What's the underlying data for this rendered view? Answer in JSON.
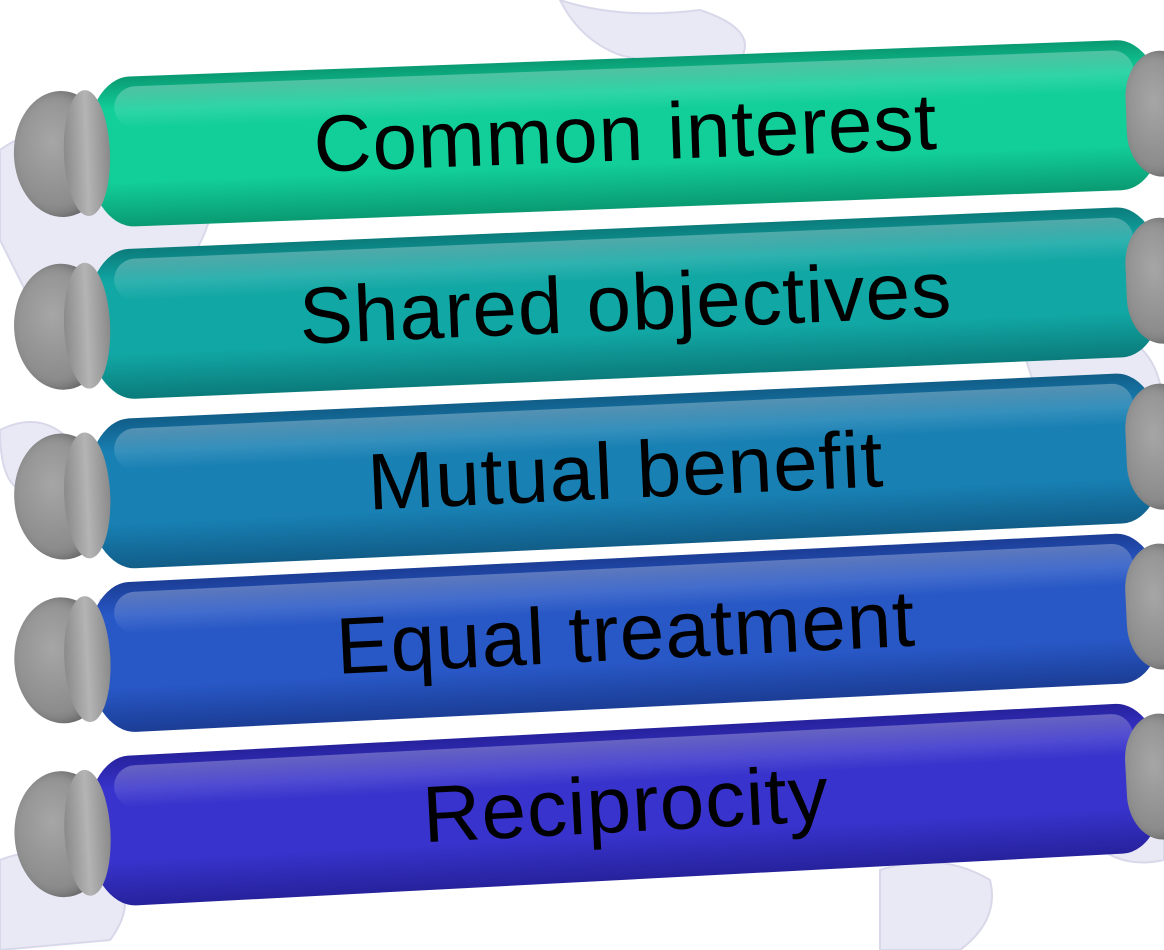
{
  "rollers": [
    {
      "label": "Common interest",
      "color": "#12cf9a",
      "color_dark": "#0a9a72"
    },
    {
      "label": "Shared objectives",
      "color": "#11a7a4",
      "color_dark": "#0b7b7b"
    },
    {
      "label": "Mutual benefit",
      "color": "#1880b3",
      "color_dark": "#115d88"
    },
    {
      "label": "Equal treatment",
      "color": "#2858c6",
      "color_dark": "#1b3d95"
    },
    {
      "label": "Reciprocity",
      "color": "#3833cc",
      "color_dark": "#26229c"
    }
  ],
  "colors": {
    "background": "#ffffff",
    "map_tint": "#e8e8f4",
    "cap_grey": "#9a9a9a"
  }
}
